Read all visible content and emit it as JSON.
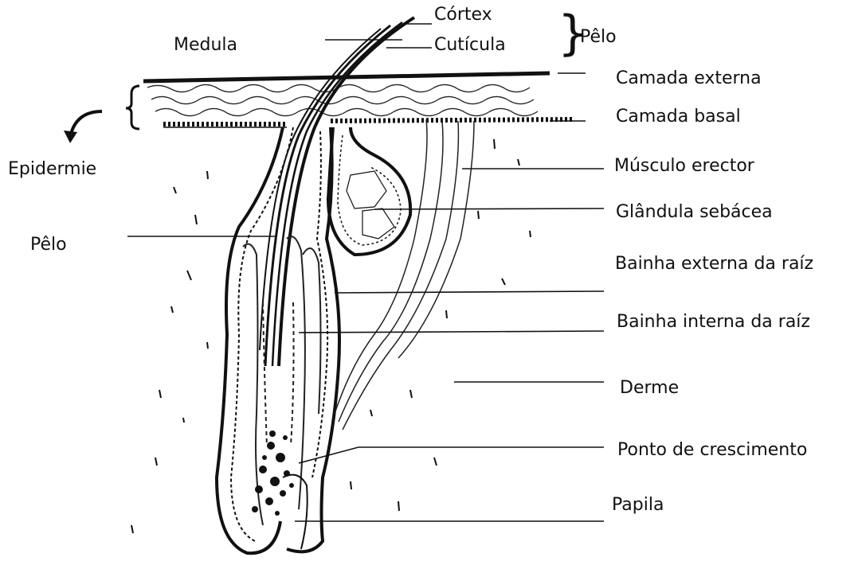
{
  "diagram": {
    "labels": {
      "cortex": "Córtex",
      "cuticula": "Cutícula",
      "pelo_brace": "Pêlo",
      "medula": "Medula",
      "camada_externa": "Camada externa",
      "camada_basal": "Camada basal",
      "epidermie": "Epidermie",
      "musculo_erector": "Músculo erector",
      "glandula_sebacea": "Glândula sebácea",
      "pelo_left": "Pêlo",
      "bainha_externa": "Bainha externa da raíz",
      "bainha_interna": "Bainha interna da raíz",
      "derme": "Derme",
      "ponto_crescimento": "Ponto de crescimento",
      "papila": "Papila"
    }
  }
}
